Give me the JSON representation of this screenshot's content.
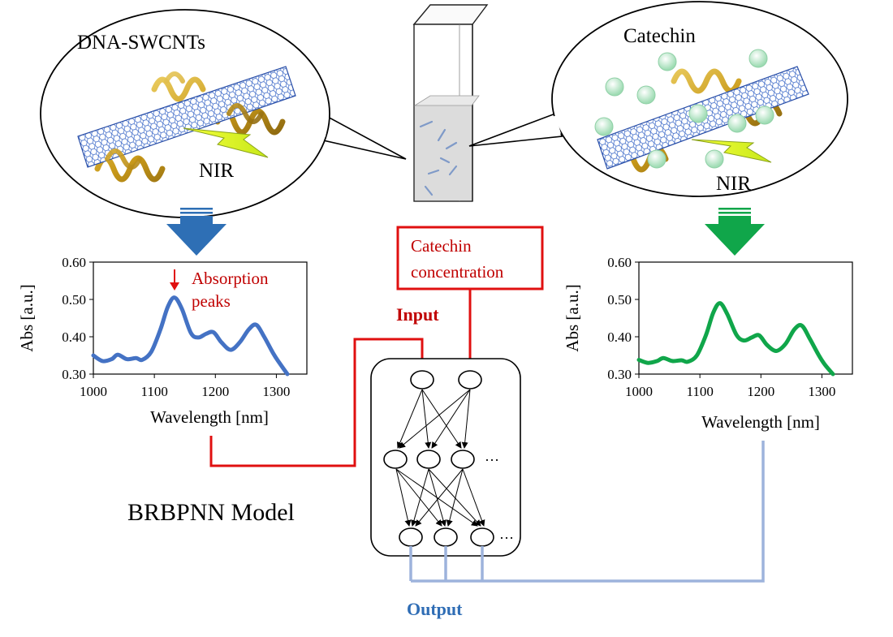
{
  "left_bubble": {
    "title": "DNA-SWCNTs",
    "nir": "NIR"
  },
  "right_bubble": {
    "title": "Catechin",
    "nir": "NIR"
  },
  "input_box": {
    "line1": "Catechin",
    "line2": "concentration"
  },
  "labels": {
    "input": "Input",
    "output": "Output",
    "model": "BRBPNN Model",
    "absorption_line1": "Absorption",
    "absorption_line2": "peaks",
    "ellipsis_hidden": "…",
    "ellipsis_output": "…"
  },
  "colors": {
    "blue_spectrum": "#4472c4",
    "green_spectrum": "#10a64a",
    "input_line": "#e01010",
    "output_line": "#9db3dc",
    "input_label": "#c00000",
    "output_label": "#2f6db5"
  },
  "chart_data": [
    {
      "type": "line",
      "name": "left-spectrum",
      "xlabel": "Wavelength [nm]",
      "ylabel": "Abs [a.u.]",
      "xlim": [
        1000,
        1350
      ],
      "ylim": [
        0.3,
        0.6
      ],
      "xticks": [
        "1000",
        "1100",
        "1200",
        "1300"
      ],
      "yticks": [
        "0.30",
        "0.40",
        "0.50",
        "0.60"
      ],
      "color": "#4472c4",
      "x": [
        1000,
        1015,
        1030,
        1040,
        1055,
        1070,
        1080,
        1095,
        1110,
        1122,
        1133,
        1145,
        1160,
        1172,
        1185,
        1197,
        1210,
        1225,
        1240,
        1255,
        1267,
        1280,
        1295,
        1305,
        1318
      ],
      "y": [
        0.35,
        0.335,
        0.34,
        0.352,
        0.34,
        0.343,
        0.338,
        0.36,
        0.42,
        0.48,
        0.505,
        0.475,
        0.41,
        0.398,
        0.408,
        0.412,
        0.385,
        0.365,
        0.385,
        0.42,
        0.432,
        0.4,
        0.355,
        0.33,
        0.3
      ]
    },
    {
      "type": "line",
      "name": "right-spectrum",
      "xlabel": "Wavelength [nm]",
      "ylabel": "Abs [a.u.]",
      "xlim": [
        1000,
        1350
      ],
      "ylim": [
        0.3,
        0.6
      ],
      "xticks": [
        "1000",
        "1100",
        "1200",
        "1300"
      ],
      "yticks": [
        "0.30",
        "0.40",
        "0.50",
        "0.60"
      ],
      "color": "#10a64a",
      "x": [
        1000,
        1015,
        1030,
        1040,
        1055,
        1070,
        1080,
        1095,
        1110,
        1122,
        1133,
        1145,
        1160,
        1172,
        1185,
        1197,
        1210,
        1225,
        1240,
        1255,
        1267,
        1280,
        1295,
        1305,
        1318
      ],
      "y": [
        0.338,
        0.33,
        0.335,
        0.343,
        0.335,
        0.337,
        0.333,
        0.35,
        0.405,
        0.465,
        0.49,
        0.46,
        0.405,
        0.39,
        0.398,
        0.404,
        0.378,
        0.362,
        0.38,
        0.42,
        0.43,
        0.395,
        0.35,
        0.325,
        0.3
      ]
    }
  ]
}
